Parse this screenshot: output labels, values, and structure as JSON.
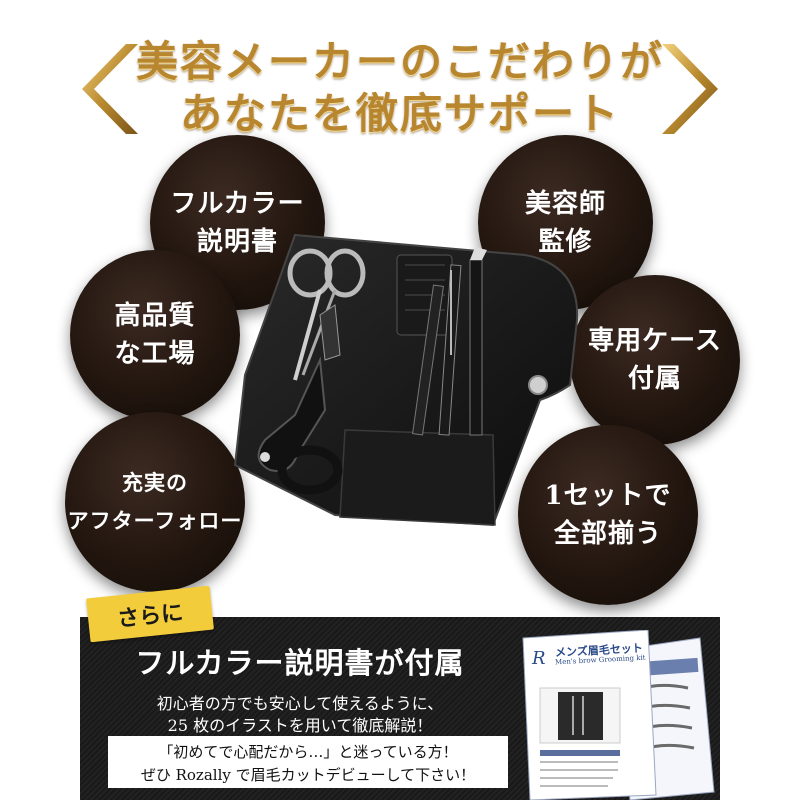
{
  "headline": {
    "line1": "美容メーカーのこだわりが",
    "line2": "あなたを徹底サポート"
  },
  "colors": {
    "gold": "#b8862e",
    "circle_dark": "#22160f",
    "banner_bg": "#1c1c1c",
    "label_yellow": "#f3cc3c"
  },
  "features": {
    "manual": [
      "フルカラー",
      "説明書"
    ],
    "supervised": [
      "美容師",
      "監修"
    ],
    "factory": [
      "高品質",
      "な工場"
    ],
    "case": [
      "専用ケース",
      "付属"
    ],
    "after": [
      "充実の",
      "アフターフォロー"
    ],
    "allset": [
      "1セットで",
      "全部揃う"
    ]
  },
  "bottom": {
    "label": "さらに",
    "title": "フルカラー説明書が付属",
    "desc1": "初心者の方でも安心して使えるように、",
    "desc2": "25 枚のイラストを用いて徹底解説！",
    "quote1": "「初めてで心配だから…」と迷っている方！",
    "quote2": "ぜひ Rozally で眉毛カットデビューして下さい！"
  },
  "manual_preview": {
    "title": "メンズ眉毛セット",
    "subtitle": "Men's brow Grooming kit"
  }
}
